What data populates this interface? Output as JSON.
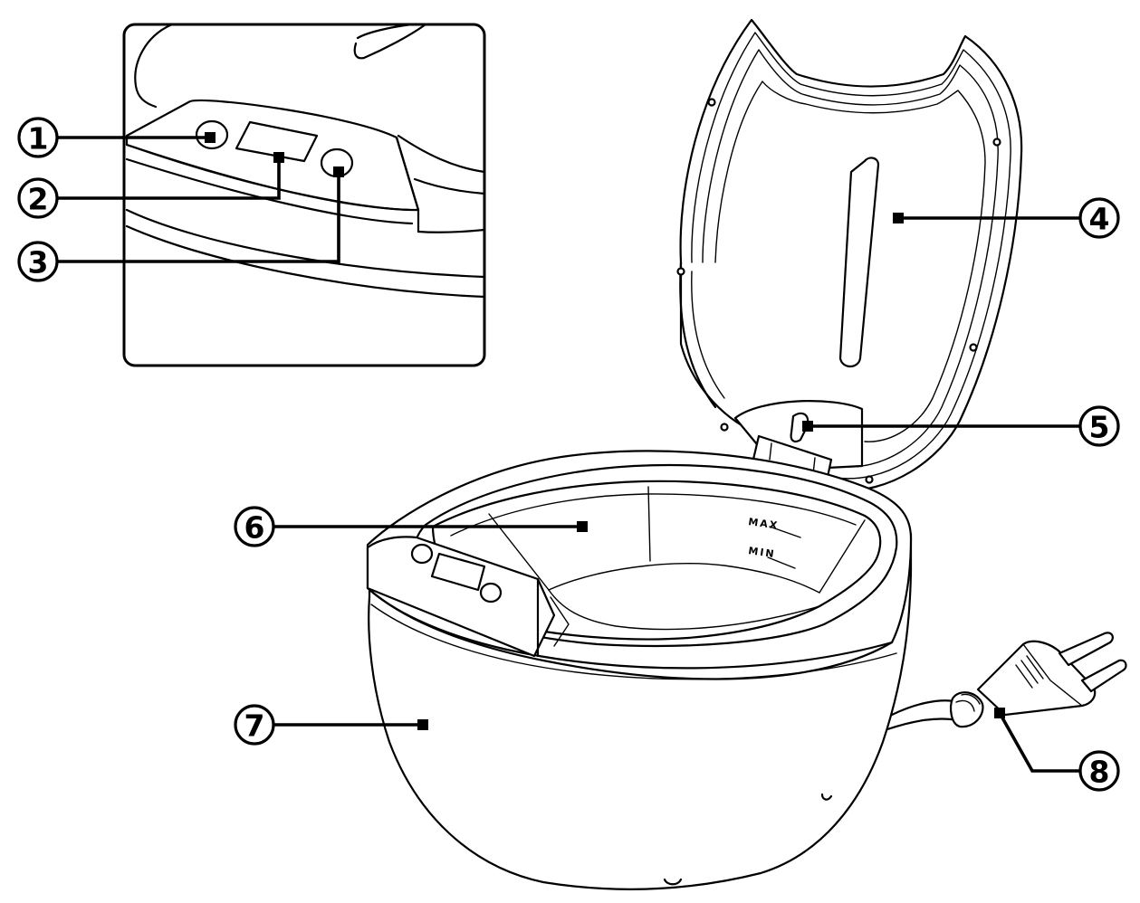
{
  "callouts": [
    {
      "id": "1",
      "label": "1"
    },
    {
      "id": "2",
      "label": "2"
    },
    {
      "id": "3",
      "label": "3"
    },
    {
      "id": "4",
      "label": "4"
    },
    {
      "id": "5",
      "label": "5"
    },
    {
      "id": "6",
      "label": "6"
    },
    {
      "id": "7",
      "label": "7"
    },
    {
      "id": "8",
      "label": "8"
    }
  ],
  "tank_markings": {
    "max": "MAX",
    "min": "MIN"
  }
}
